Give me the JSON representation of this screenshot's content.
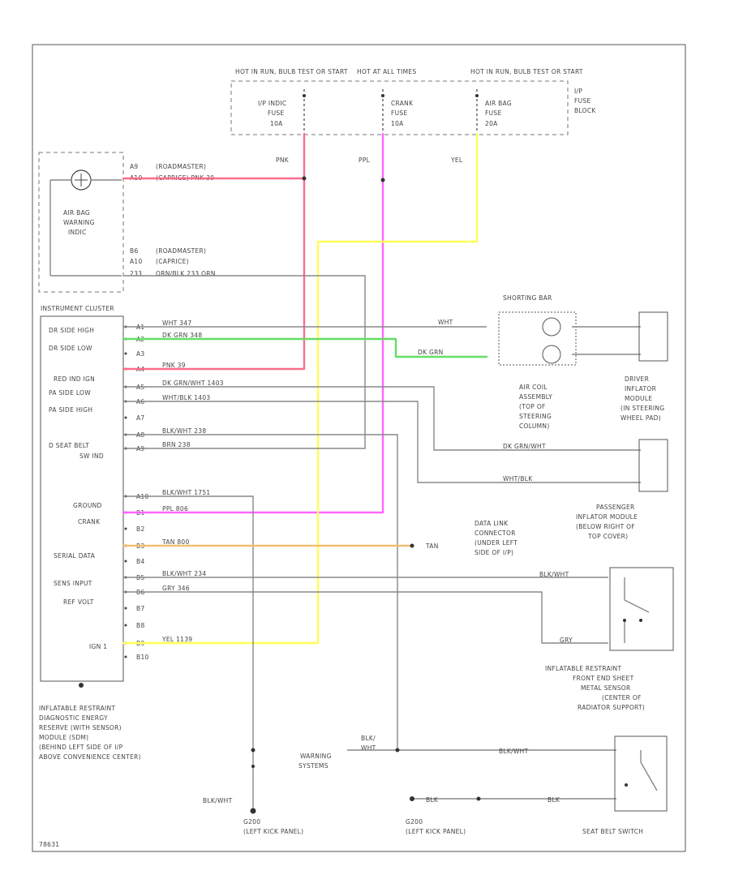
{
  "fuse_block": {
    "hot1": "HOT IN RUN, BULB TEST OR START",
    "hot2": "HOT AT ALL TIMES",
    "hot3": "HOT IN RUN, BULB TEST OR START",
    "fuse1": [
      "I/P INDIC",
      "FUSE",
      "10A"
    ],
    "fuse2": [
      "CRANK",
      "FUSE",
      "10A"
    ],
    "fuse3": [
      "AIR BAG",
      "FUSE",
      "20A"
    ],
    "block_label": [
      "I/P",
      "FUSE",
      "BLOCK"
    ]
  },
  "wire_colors": {
    "pnk": "PNK",
    "ppl": "PPL",
    "yel": "YEL"
  },
  "lamp": {
    "label": [
      "AIR BAG",
      "WARNING",
      "INDIC"
    ],
    "pin_a": "A9",
    "pin_a_note": "(ROADMASTER)",
    "pin_a2": "A10",
    "pin_a2_note": "(CAPRICE)  PNK 39",
    "pin_b": "B6",
    "pin_b_note": "(ROADMASTER)",
    "pin_b2": "A10",
    "pin_b2_note": "(CAPRICE)",
    "pin_b3": "233",
    "pin_b3_note": "ORN/BLK  233  ORN"
  },
  "cluster": {
    "title": "INSTRUMENT CLUSTER",
    "labels": [
      "DR SIDE HIGH",
      "DR SIDE LOW",
      "RED IND IGN",
      "PA SIDE LOW",
      "PA SIDE HIGH",
      "D SEAT BELT",
      "SW IND",
      "GROUND",
      "CRANK",
      "SERIAL DATA",
      "SENS INPUT",
      "REF VOLT",
      "IGN 1"
    ],
    "pins": [
      {
        "p": "A1",
        "w": "WHT  347"
      },
      {
        "p": "A2",
        "w": "DK GRN  348"
      },
      {
        "p": "A3",
        "w": ""
      },
      {
        "p": "A4",
        "w": "PNK  39"
      },
      {
        "p": "A5",
        "w": "DK GRN/WHT  1403"
      },
      {
        "p": "A6",
        "w": "WHT/BLK  1403"
      },
      {
        "p": "A7",
        "w": ""
      },
      {
        "p": "A8",
        "w": "BLK/WHT  238"
      },
      {
        "p": "A9",
        "w": "BRN  238"
      },
      {
        "p": "A10",
        "w": "BLK/WHT  1751"
      },
      {
        "p": "B1",
        "w": "PPL  806"
      },
      {
        "p": "B2",
        "w": ""
      },
      {
        "p": "B3",
        "w": "TAN  800"
      },
      {
        "p": "B4",
        "w": ""
      },
      {
        "p": "B5",
        "w": "BLK/WHT  234"
      },
      {
        "p": "B6",
        "w": "GRY  346"
      },
      {
        "p": "B7",
        "w": ""
      },
      {
        "p": "B8",
        "w": ""
      },
      {
        "p": "B9",
        "w": "YEL  1139"
      },
      {
        "p": "B10",
        "w": ""
      }
    ]
  },
  "module": [
    "INFLATABLE RESTRAINT",
    "DIAGNOSTIC ENERGY",
    "RESERVE (WITH SENSOR)",
    "MODULE (SDM)",
    "(BEHIND LEFT SIDE OF I/P",
    "ABOVE CONVENIENCE CENTER)"
  ],
  "shorting_bar": "SHORTING BAR",
  "driver_wires": {
    "w1": "WHT",
    "w2": "DK GRN"
  },
  "coil": [
    "AIR COIL",
    "ASSEMBLY",
    "(TOP OF",
    "STEERING",
    "COLUMN)"
  ],
  "driver_module": [
    "DRIVER",
    "INFLATOR",
    "MODULE",
    "(IN STEERING",
    "WHEEL PAD)"
  ],
  "pass_wires": {
    "w1": "DK GRN/WHT",
    "w2": "WHT/BLK"
  },
  "pass_module": [
    "PASSENGER",
    "INFLATOR MODULE",
    "(BELOW RIGHT OF",
    "TOP COVER)"
  ],
  "dlc": {
    "wire": "TAN",
    "label": [
      "DATA LINK",
      "CONNECTOR",
      "(UNDER LEFT",
      "SIDE OF I/P)"
    ]
  },
  "sensor_wires": {
    "w1": "BLK/WHT",
    "w2": "GRY"
  },
  "sensor": [
    "INFLATABLE RESTRAINT",
    "FRONT END SHEET",
    "METAL SENSOR",
    "(CENTER OF",
    "RADIATOR SUPPORT)"
  ],
  "warning": {
    "label": [
      "WARNING",
      "SYSTEMS"
    ],
    "wire": [
      "BLK/",
      "WHT"
    ]
  },
  "seatbelt": {
    "w1": "BLK/WHT",
    "w2": "BLK",
    "w3": "BLK",
    "label": "SEAT BELT SWITCH"
  },
  "ground1": {
    "wire": "BLK/WHT",
    "name": "G200",
    "loc": "(LEFT KICK PANEL)"
  },
  "ground2": {
    "name": "G200",
    "loc": "(LEFT KICK PANEL)"
  },
  "figure_id": "78631"
}
